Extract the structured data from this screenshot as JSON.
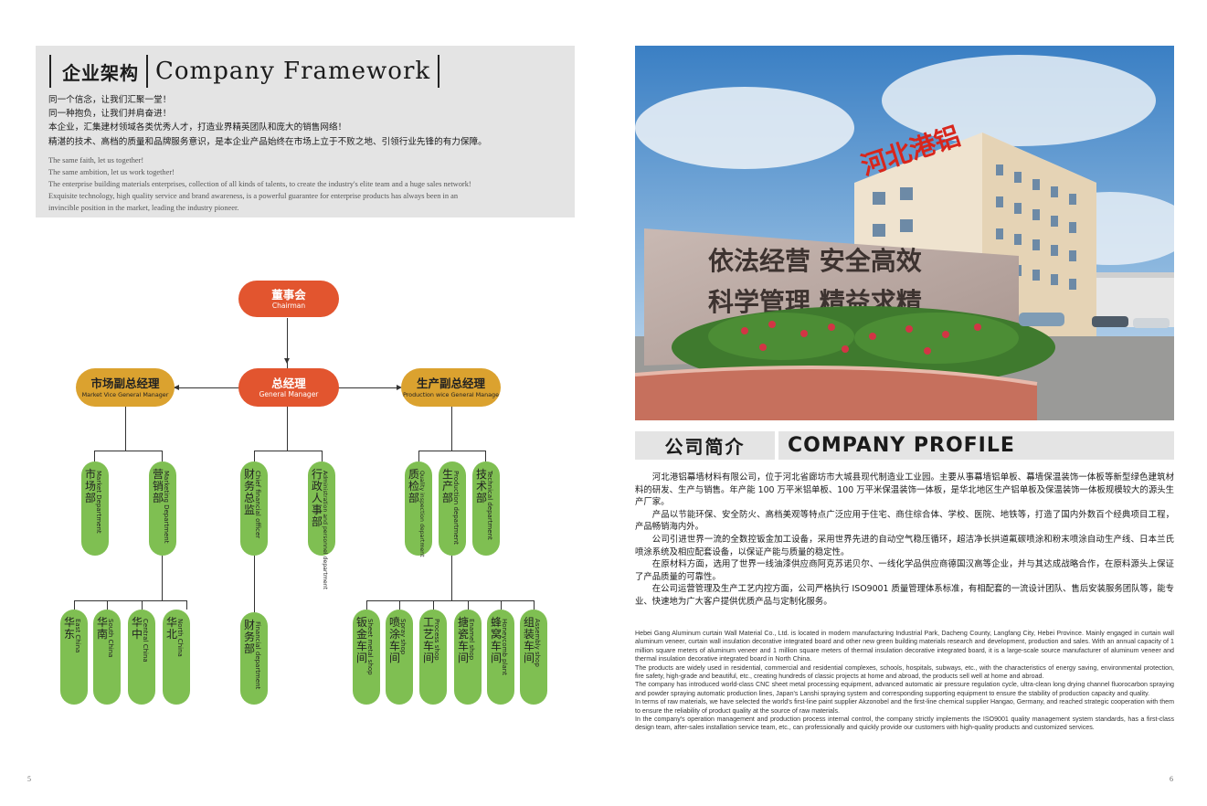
{
  "framework": {
    "title_zh": "企业架构",
    "title_en": "Company Framework",
    "cn_lines": [
      "同一个信念，让我们汇聚一堂！",
      "同一种抱负，让我们并肩奋进！",
      "本企业，汇集建材领域各类优秀人才，打造业界精英团队和庞大的销售网络！",
      "精湛的技术、高档的质量和品牌服务意识，是本企业产品始终在市场上立于不败之地、引领行业先锋的有力保障。"
    ],
    "en_lines": [
      "The same faith, let us together!",
      "The same ambition, let us work together!",
      "The enterprise building materials enterprises, collection of all kinds of talents, to create the industry's elite team and a huge sales network!",
      "Exquisite technology, high quality service and brand awareness, is a powerful guarantee for enterprise products has always been   in an",
      "invincible position in the market, leading the industry pioneer."
    ]
  },
  "org": {
    "chairman": {
      "zh": "董事会",
      "en": "Chairman"
    },
    "gm": {
      "zh": "总经理",
      "en": "General Manager"
    },
    "market_vgm": {
      "zh": "市场副总经理",
      "en": "Market Vice General Manager"
    },
    "prod_vgm": {
      "zh": "生产副总经理",
      "en": "Production wice General Manage"
    },
    "depts": {
      "market": {
        "zh": "市场部",
        "en": "Market Department"
      },
      "marketing": {
        "zh": "营销部",
        "en": "Marketing Department"
      },
      "cfo": {
        "zh": "财务总监",
        "en": "Chief financial officer"
      },
      "admin": {
        "zh": "行政人事部",
        "en": "Administration and personnel department"
      },
      "qc": {
        "zh": "质检部",
        "en": "Quality inspection department"
      },
      "production": {
        "zh": "生产部",
        "en": "Production department"
      },
      "tech": {
        "zh": "技术部",
        "en": "Technical department"
      },
      "east": {
        "zh": "华东",
        "en": "East China"
      },
      "south": {
        "zh": "华南",
        "en": "South China"
      },
      "central": {
        "zh": "华中",
        "en": "Central China"
      },
      "north": {
        "zh": "华北",
        "en": "North China"
      },
      "finance": {
        "zh": "财务部",
        "en": "Financial department"
      },
      "sheet": {
        "zh": "钣金车间",
        "en": "Sheet metal shop"
      },
      "spray": {
        "zh": "喷涂车间",
        "en": "Spray shop"
      },
      "process": {
        "zh": "工艺车间",
        "en": "Process shop"
      },
      "enamel": {
        "zh": "搪瓷车间",
        "en": "Enamel shop"
      },
      "honeycomb": {
        "zh": "蜂窝车间",
        "en": "Honeycomb plant"
      },
      "assembly": {
        "zh": "组装车间",
        "en": "Assembly shop"
      }
    }
  },
  "photo": {
    "building_sign": "河北港铝",
    "stone_line1": "依法经营  安全高效",
    "stone_line2": "科学管理  精益求精"
  },
  "profile": {
    "title_zh": "公司简介",
    "title_en": "COMPANY PROFILE",
    "cn_paragraphs": [
      "河北港铝幕墙材料有限公司，位于河北省廊坊市大城县现代制造业工业园。主要从事幕墙铝单板、幕墙保温装饰一体板等新型绿色建筑材料的研发、生产与销售。年产能 100 万平米铝单板、100 万平米保温装饰一体板，是华北地区生产铝单板及保温装饰一体板规模较大的源头生产厂家。",
      "产品以节能环保、安全防火、高档美观等特点广泛应用于住宅、商住综合体、学校、医院、地铁等，打造了国内外数百个经典项目工程，产品畅销海内外。",
      "公司引进世界一流的全数控钣金加工设备，采用世界先进的自动空气稳压循环，超洁净长拱道氟碳喷涂和粉末喷涂自动生产线、日本兰氏喷涂系统及相应配套设备，以保证产能与质量的稳定性。",
      "在原材料方面，选用了世界一线油漆供应商阿克苏诺贝尔、一线化学品供应商德国汉高等企业，并与其达成战略合作，在原料源头上保证了产品质量的可靠性。",
      "在公司运营管理及生产工艺内控方面，公司严格执行 ISO9001 质量管理体系标准，有相配套的一流设计团队、售后安装服务团队等，能专业、快速地为广大客户提供优质产品与定制化服务。"
    ],
    "en_paragraphs": [
      "Hebei Gang Aluminum curtain Wall Material Co., Ltd. is located in modern manufacturing Industrial Park, Dacheng County, Langfang City, Hebei Province. Mainly engaged in curtain wall aluminum veneer, curtain wall insulation decorative integrated board and other new green building materials research and development, production and sales. With an annual capacity of 1 million square meters of aluminum veneer and 1 million square meters of thermal insulation decorative integrated board, it is a large-scale source manufacturer of aluminum veneer and thermal insulation decorative integrated board in North China.",
      "The products are widely used in residential, commercial and residential complexes, schools, hospitals, subways, etc., with the characteristics of energy saving, environmental protection, fire safety, high-grade and beautiful, etc., creating hundreds of classic projects at home and abroad, the products sell well at home and abroad.",
      "The company has introduced world-class CNC sheet metal processing equipment, advanced automatic air pressure regulation cycle, ultra-clean long drying channel fluorocarbon spraying and powder spraying automatic production lines, Japan's Lanshi spraying system and corresponding supporting equipment to ensure the stability of production capacity and quality.",
      "In terms of raw materials, we have selected the world's first-line paint supplier Akzonobel and the first-line chemical supplier Hangao, Germany, and reached strategic cooperation with them to ensure the reliability of product quality at the source of raw materials.",
      "In the company's operation management and production process internal control, the company strictly implements the ISO9001 quality management system standards, has a first-class design team, after-sales installation service team, etc., can professionally and quickly provide our customers with high-quality products and customized services."
    ]
  },
  "page_numbers": {
    "left": "5",
    "right": "6"
  }
}
